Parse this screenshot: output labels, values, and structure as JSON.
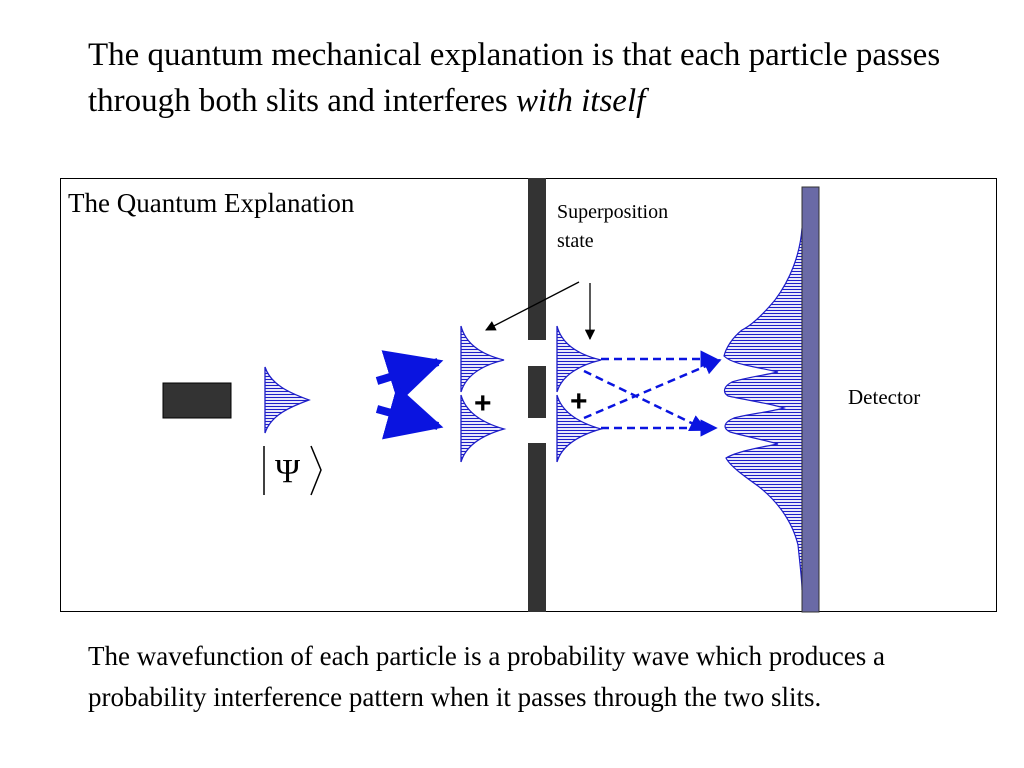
{
  "heading": {
    "text": "The quantum mechanical explanation is that each particle passes through both slits and interferes ",
    "emphasis": "with itself"
  },
  "diagram": {
    "title": "The Quantum Explanation",
    "superposition_line1": "Superposition",
    "superposition_line2": "state",
    "detector_label": "Detector",
    "psi_symbol": "Ψ",
    "plus_symbol": "+",
    "colors": {
      "wave_stroke": "#1e1ec8",
      "wave_fill": "#ffffff",
      "arrow": "#0a14e0",
      "barrier": "#333333",
      "detector": "#6a6aa6"
    }
  },
  "footer": {
    "text": "The wavefunction of each particle is a probability wave which produces a probability interference pattern when it passes through the two slits."
  }
}
